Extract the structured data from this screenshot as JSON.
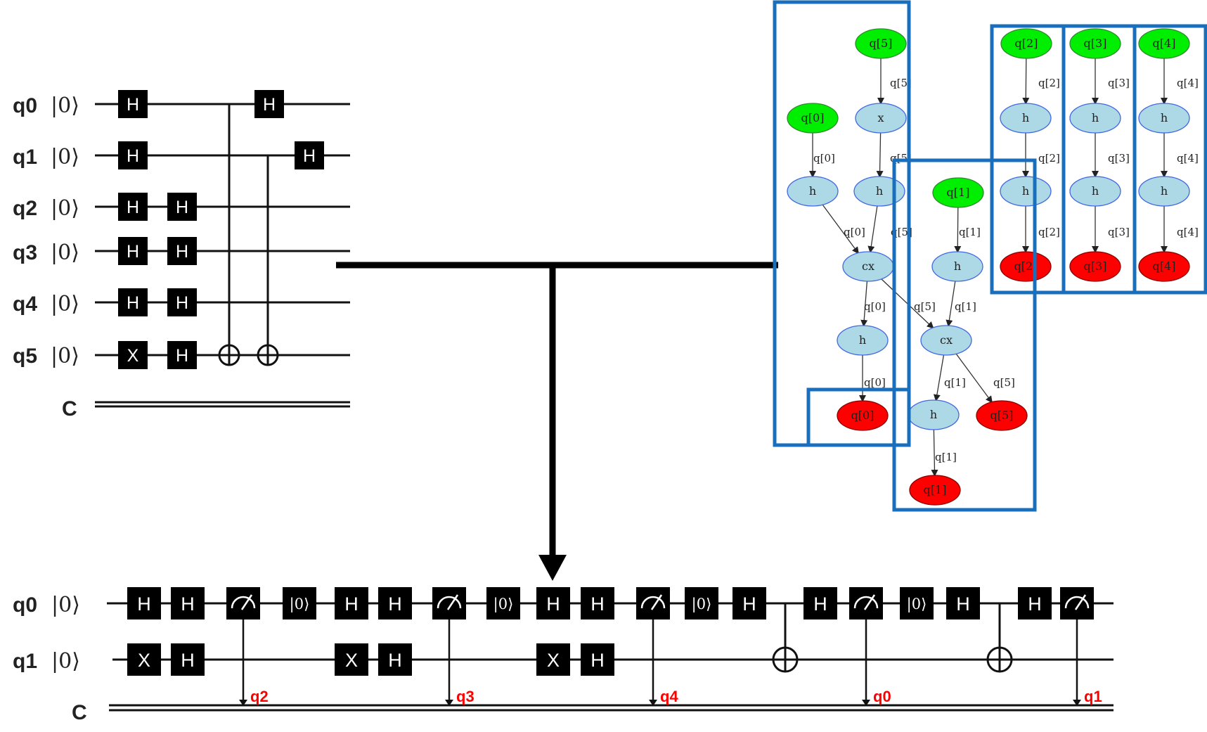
{
  "top_circuit": {
    "qubit_labels": [
      "q0",
      "q1",
      "q2",
      "q3",
      "q4",
      "q5"
    ],
    "init_state": "|0⟩",
    "classical_label": "C",
    "gate_h": "H",
    "gate_x": "X"
  },
  "bottom_circuit": {
    "qubit_labels": [
      "q0",
      "q1"
    ],
    "init_state": "|0⟩",
    "classical_label": "C",
    "gate_h": "H",
    "gate_x": "X",
    "reset_label": "|0⟩",
    "measure_targets": [
      "q2",
      "q3",
      "q4",
      "q0",
      "q1"
    ]
  },
  "dag": {
    "inputs": [
      "q[0]",
      "q[1]",
      "q[2]",
      "q[3]",
      "q[4]",
      "q[5]"
    ],
    "outputs": [
      "q[0]",
      "q[1]",
      "q[2]",
      "q[3]",
      "q[4]",
      "q[5]"
    ],
    "ops": [
      "x",
      "h",
      "cx"
    ],
    "edge_labels": [
      "q[0]",
      "q[1]",
      "q[2]",
      "q[3]",
      "q[4]",
      "q[5]"
    ]
  },
  "colors": {
    "input_node": "#00ee00",
    "op_node": "#add8e6",
    "output_node": "#ff0000",
    "partition_box": "#1a6fbd",
    "measure_label": "#ff0000"
  }
}
